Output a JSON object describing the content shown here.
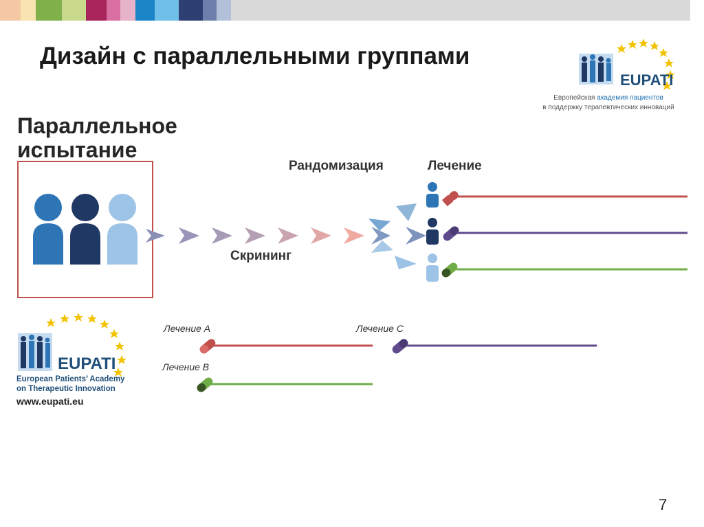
{
  "slide": {
    "title": "Дизайн с параллельными группами",
    "page_number": "7"
  },
  "top_bar_colors": [
    "#f3c8a3",
    "#f8e3b1",
    "#7fb04a",
    "#c9d98b",
    "#a8255c",
    "#d86fa0",
    "#e6b3c8",
    "#1c85c8",
    "#6fbfe8",
    "#2e3f73",
    "#6d7faa",
    "#b2c1d9"
  ],
  "logo_top": {
    "name": "EUPATI",
    "caption_line1_a": "Европейская ",
    "caption_line1_b": "академия пациентов",
    "caption_line2": "в поддержку терапевтических инноваций"
  },
  "diagram": {
    "heading_line1": "Параллельное",
    "heading_line2": "испытание",
    "randomization_label": "Рандомизация",
    "treatment_label": "Лечение",
    "screening_label": "Скрининг",
    "colors": {
      "person_1": "#2e75b6",
      "person_2": "#1f3864",
      "person_3": "#9dc3e6",
      "red": "#c0504d",
      "purple": "#5f4b8b",
      "green": "#70ad47",
      "box_border": "#c0504d"
    }
  },
  "legend": {
    "treatment_a": "Лечение A",
    "treatment_b": "Лечение B",
    "treatment_c": "Лечение C"
  },
  "logo_bottom": {
    "name": "EUPATI",
    "line1": "European Patients’ Academy",
    "line2": "on Therapeutic Innovation",
    "url": "www.eupati.eu"
  }
}
